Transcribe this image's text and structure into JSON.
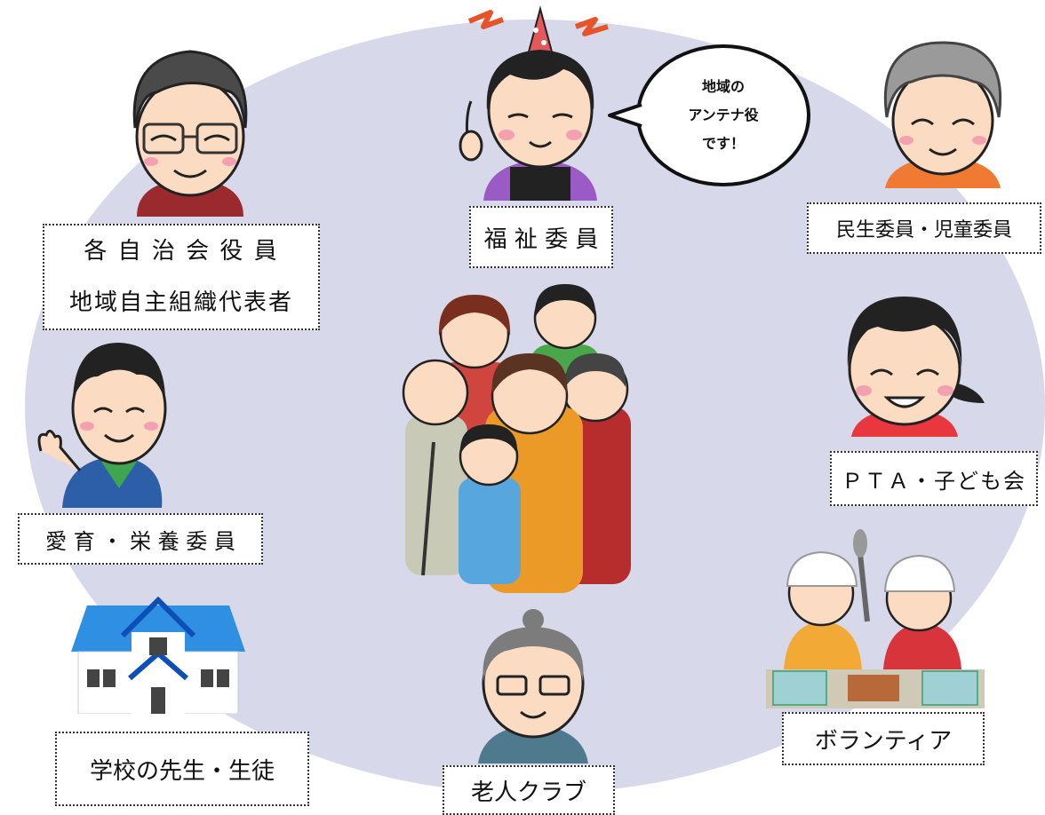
{
  "labels": {
    "jichikai": [
      "各 自 治 会 役 員",
      "地域自主組織代表者"
    ],
    "fukushi": "福 祉 委 員",
    "minsei": "民生委員・児童委員",
    "aiiku": "愛 育 ・ 栄 養 委 員",
    "pta": "ＰＴＡ・子ども会",
    "school": "学校の先生・生徒",
    "rojin": "老人クラブ",
    "volunteer": "ボランティア"
  },
  "speech_bubble": [
    "地域の",
    "アンテナ役",
    "です！"
  ]
}
